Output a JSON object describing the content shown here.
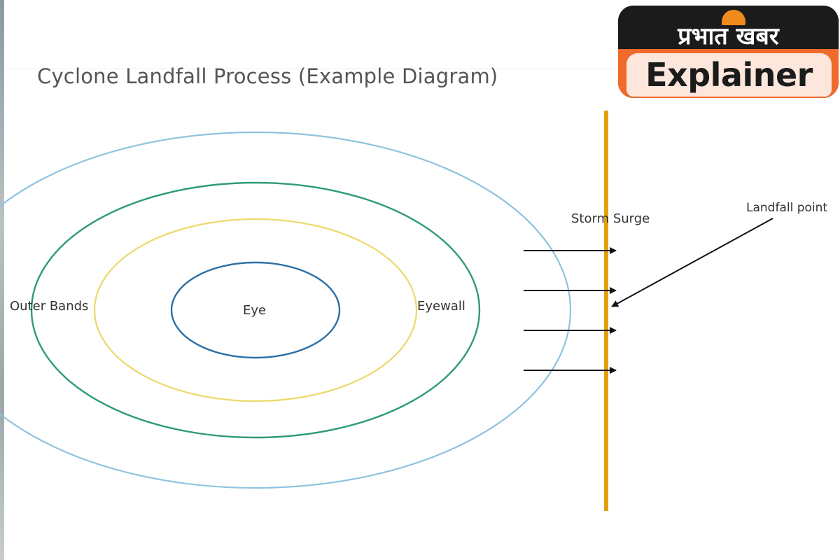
{
  "title": "Cyclone Landfall Process (Example Diagram)",
  "labels": {
    "outer_bands": "Outer Bands",
    "eye": "Eye",
    "eyewall": "Eyewall",
    "storm_surge": "Storm Surge",
    "landfall_point": "Landfall point"
  },
  "colors": {
    "outer_bands": "#8ec3e0",
    "middle_ring": "#2e9a7a",
    "eyewall_ring": "#ecd96a",
    "eye_ring": "#2b6fa6",
    "coastline": "#e1a10e",
    "arrows": "#111111"
  },
  "surge_arrows": [
    1,
    2,
    3,
    4
  ],
  "logo": {
    "hindi": "प्रभात खबर",
    "word": "Explainer",
    "accent": "#f06a2a",
    "sun": "#f08a1c"
  }
}
